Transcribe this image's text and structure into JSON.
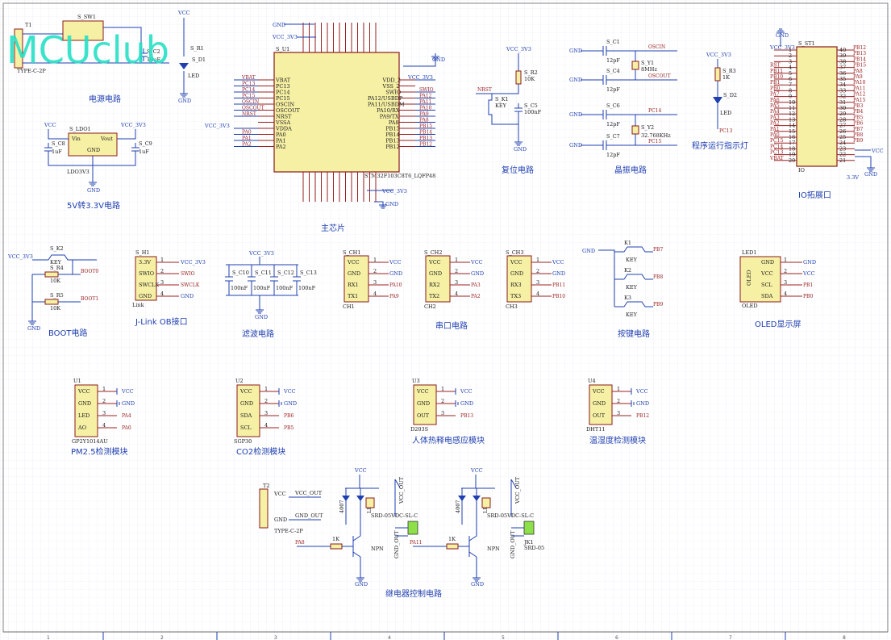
{
  "logo": "MCUclub",
  "captions": {
    "power": "电源电路",
    "ldo": "5V转3.3V电路",
    "mcu": "主芯片",
    "reset": "复位电路",
    "crystal": "晶振电路",
    "led": "程序运行指示灯",
    "io": "IO拓展口",
    "boot": "BOOT电路",
    "jlink": "J-Link OB接口",
    "filter": "滤波电路",
    "uart": "串口电路",
    "keys": "按键电路",
    "oled": "OLED显示屏",
    "pm25": "PM2.5检测模块",
    "co2": "CO2检测模块",
    "pir": "人体热释电感应模块",
    "dht": "温湿度检测模块",
    "relay": "继电器控制电路"
  },
  "mcu": {
    "ref": "S_U1",
    "part": "STM32F103C8T6_LQFP48",
    "left_pins": [
      "VBAT",
      "PC13",
      "PC14",
      "PC15",
      "OSCIN",
      "OSCOUT",
      "NRST",
      "VSSA",
      "VDDA",
      "PA0",
      "PA1",
      "PA2"
    ],
    "left_nets": [
      "VBAT",
      "PC13",
      "PC14",
      "PC15",
      "OSCIN",
      "OSCOUT",
      "NRST",
      "",
      "VCC_3V3",
      "PA0",
      "PA1",
      "PA2"
    ],
    "right_pins": [
      "VDD_2",
      "VSS_2",
      "SWIO",
      "PA12/USBDP",
      "PA11/USBDM",
      "PA10/RX",
      "PA9/TX",
      "PA8",
      "PB15",
      "PB14",
      "PB13",
      "PB12"
    ],
    "right_nets": [
      "VCC_3V3",
      "",
      "SWIO",
      "PA12",
      "PA11",
      "PA10",
      "PA9",
      "PA8",
      "PB15",
      "PB14",
      "PB13",
      "PB12"
    ],
    "top_nets": [
      "GND",
      "VCC_3V3"
    ],
    "bottom_net": "VCC_3V3",
    "gnd": "GND"
  },
  "power": {
    "usb": "T1",
    "usb_type": "TYPE-C-2P",
    "switch": "S_SW1",
    "cap": "S_C2",
    "cap_val": "10uF",
    "led": "S_D1",
    "led_val": "LED",
    "res": "S_R1",
    "vcc": "VCC",
    "gnd": "GND"
  },
  "ldo": {
    "ref": "S_LDO1",
    "part": "LDO3V3",
    "vin": "Vin",
    "vout": "Vout",
    "gndpin": "GND",
    "c_in": "S_C8",
    "c_in_val": "1uF",
    "c_out": "S_C9",
    "c_out_val": "1uF",
    "vcc_in": "VCC",
    "vcc_out": "VCC_3V3",
    "gnd": "GND"
  },
  "reset": {
    "vcc": "VCC_3V3",
    "res": "S_R2",
    "res_val": "10K",
    "key": "S_K1",
    "key_val": "KEY",
    "cap": "S_C5",
    "cap_val": "100nF",
    "net": "NRST",
    "gnd": "GND"
  },
  "crystal": {
    "c1": "S_C1",
    "c1_val": "12pF",
    "c4": "S_C4",
    "c4_val": "12pF",
    "c6": "S_C6",
    "c6_val": "12pF",
    "c7": "S_C7",
    "c7_val": "12pF",
    "y1": "S_Y1",
    "y1_val": "8MHz",
    "y2": "S_Y2",
    "y2_val": "32.768KHz",
    "nets": [
      "OSCIN",
      "OSCOUT",
      "PC14",
      "PC15"
    ],
    "gnd": "GND"
  },
  "led": {
    "vcc": "VCC_3V3",
    "res": "S_R3",
    "res_val": "1K",
    "diode": "S_D2",
    "diode_val": "LED",
    "net": "PC13"
  },
  "io": {
    "ref": "S_ST1",
    "label": "IO",
    "gnd": "GND",
    "vcc_3v3": "VCC_3V3",
    "vcc": "VCC",
    "v33": "3.3V",
    "left_nets": [
      "VCC_3V3",
      "",
      "",
      "RST",
      "PB11",
      "PB10",
      "PB1",
      "PB0",
      "PA7",
      "PA6",
      "PA5",
      "PA4",
      "PA3",
      "PA2",
      "PA1",
      "PA0",
      "PC15",
      "PC14",
      "PC13",
      "VBAT"
    ],
    "left_nums": [
      "1",
      "2",
      "3",
      "4",
      "5",
      "6",
      "7",
      "8",
      "9",
      "10",
      "11",
      "12",
      "13",
      "14",
      "15",
      "16",
      "17",
      "18",
      "19",
      "20"
    ],
    "right_nums": [
      "40",
      "39",
      "38",
      "37",
      "36",
      "35",
      "34",
      "33",
      "32",
      "31",
      "30",
      "29",
      "28",
      "27",
      "26",
      "25",
      "24",
      "23",
      "22",
      "21"
    ],
    "right_nets": [
      "PB12",
      "PB13",
      "PB14",
      "PB15",
      "PA8",
      "PA9",
      "PA10",
      "PA11",
      "PA12",
      "PA15",
      "PB3",
      "PB4",
      "PB5",
      "PB6",
      "PB7",
      "PB8",
      "PB9",
      "VCC",
      "",
      ""
    ]
  },
  "boot": {
    "vcc": "VCC_3V3",
    "key": "S_K2",
    "key_val": "KEY",
    "r4": "S_R4",
    "r4_val": "10K",
    "r5": "S_R5",
    "r5_val": "10K",
    "boot0": "BOOT0",
    "boot1": "BOOT1",
    "gnd": "GND"
  },
  "jlink": {
    "ref": "S_H1",
    "part": "Link",
    "pins": [
      "3.3V",
      "SWIO",
      "SWCLK",
      "GND"
    ],
    "nets": [
      "VCC_3V3",
      "SWIO",
      "SWCLK",
      "GND"
    ],
    "nums": [
      "1",
      "2",
      "3",
      "4"
    ]
  },
  "filter": {
    "vcc": "VCC_3V3",
    "caps": [
      "S_C10",
      "S_C11",
      "S_C12",
      "S_C13"
    ],
    "vals": [
      "100nF",
      "100nF",
      "100nF",
      "100nF"
    ],
    "gnd": "GND"
  },
  "uarts": [
    {
      "ref": "S_CH1",
      "name": "CH1",
      "pins": [
        "VCC",
        "GND",
        "RX1",
        "TX1"
      ],
      "nets": [
        "VCC",
        "GND",
        "PA10",
        "PA9"
      ]
    },
    {
      "ref": "S_CH2",
      "name": "CH2",
      "pins": [
        "VCC",
        "GND",
        "RX2",
        "TX2"
      ],
      "nets": [
        "VCC",
        "GND",
        "PA3",
        "PA2"
      ]
    },
    {
      "ref": "S_CH3",
      "name": "CH3",
      "pins": [
        "VCC",
        "GND",
        "RX3",
        "TX3"
      ],
      "nets": [
        "VCC",
        "GND",
        "PB11",
        "PB10"
      ]
    }
  ],
  "keys": {
    "gnd": "GND",
    "items": [
      {
        "ref": "K1",
        "val": "KEY",
        "net": "PB7"
      },
      {
        "ref": "K2",
        "val": "KEY",
        "net": "PB8"
      },
      {
        "ref": "K3",
        "val": "KEY",
        "net": "PB9"
      }
    ]
  },
  "oled": {
    "ref": "LED1",
    "part": "OLED",
    "label": "OLED",
    "pins": [
      "GND",
      "VCC",
      "SCL",
      "SDA"
    ],
    "nets": [
      "GND",
      "VCC",
      "PB1",
      "PB0"
    ]
  },
  "modules": [
    {
      "ref": "U1",
      "part": "GP2Y1014AU",
      "pins": [
        "VCC",
        "GND",
        "LED",
        "AO"
      ],
      "nets": [
        "VCC",
        "GND",
        "PA4",
        "PA0"
      ]
    },
    {
      "ref": "U2",
      "part": "SGP30",
      "pins": [
        "VCC",
        "GND",
        "SDA",
        "SCL"
      ],
      "nets": [
        "VCC",
        "GND",
        "PB6",
        "PB5"
      ]
    },
    {
      "ref": "U3",
      "part": "D203S",
      "pins": [
        "VCC",
        "GND",
        "OUT"
      ],
      "nets": [
        "VCC",
        "GND",
        "PB13"
      ]
    },
    {
      "ref": "U4",
      "part": "DHT11",
      "pins": [
        "VCC",
        "GND",
        "OUT"
      ],
      "nets": [
        "VCC",
        "GND",
        "PB12"
      ]
    }
  ],
  "relay": {
    "conn_ref": "T2",
    "conn_type": "TYPE-C-2P",
    "conn_nets": [
      "VCC_OUT",
      "GND_OUT"
    ],
    "vcc": "VCC",
    "gnd": "GND",
    "nets": [
      "PA8",
      "PA11"
    ],
    "res": "1K",
    "transistor": "NPN",
    "diode": "4007",
    "led": "LED",
    "relay_part": "SRD-05VDC-SL-C",
    "out_label": "SRD-05",
    "vcc_out": "VCC_OUT",
    "gnd_out": "GND_OUT",
    "jk": "JK1"
  },
  "border": {
    "cols": [
      "1",
      "2",
      "3",
      "4",
      "5",
      "6",
      "7",
      "8"
    ]
  },
  "colors": {
    "wire": "#1f3fb0",
    "pin": "#9b2020",
    "body": "#f6f0a4",
    "grid": "#e6e9f2",
    "logo": "#27e0c6"
  }
}
